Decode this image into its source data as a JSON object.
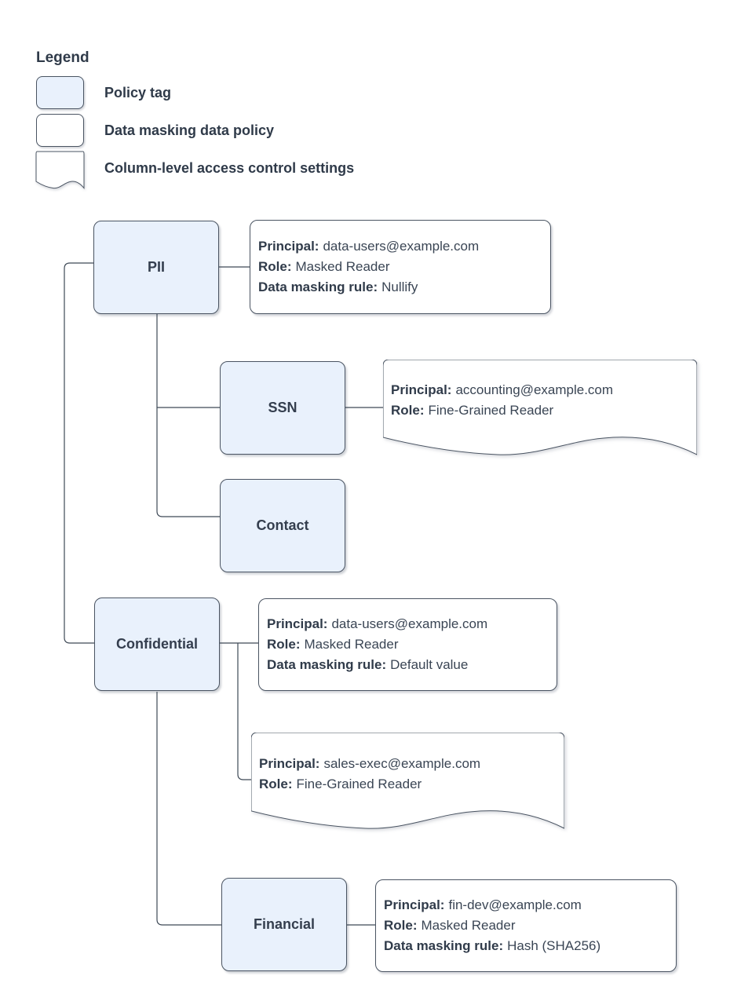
{
  "colors": {
    "background": "#ffffff",
    "policy_tag_fill": "#e9f1fc",
    "shape_stroke": "#4a5462",
    "connector": "#3e4956",
    "text": "#333e4e"
  },
  "legend": {
    "title": "Legend",
    "items": [
      {
        "swatch": "policy-tag",
        "label": "Policy tag"
      },
      {
        "swatch": "data-masking-data-policy",
        "label": "Data masking data policy"
      },
      {
        "swatch": "column-level-access-control",
        "label": "Column-level access control settings"
      }
    ]
  },
  "policy_tags": [
    {
      "id": "pii",
      "label": "PII"
    },
    {
      "id": "ssn",
      "label": "SSN"
    },
    {
      "id": "contact",
      "label": "Contact"
    },
    {
      "id": "confidential",
      "label": "Confidential"
    },
    {
      "id": "financial",
      "label": "Financial"
    }
  ],
  "data_policies": [
    {
      "attached_to": "PII",
      "lines": [
        {
          "label": "Principal:",
          "value": "data-users@example.com"
        },
        {
          "label": "Role:",
          "value": "Masked Reader"
        },
        {
          "label": "Data masking rule:",
          "value": "Nullify"
        }
      ]
    },
    {
      "attached_to": "Confidential",
      "lines": [
        {
          "label": "Principal:",
          "value": "data-users@example.com"
        },
        {
          "label": "Role:",
          "value": "Masked Reader"
        },
        {
          "label": "Data masking rule:",
          "value": "Default value"
        }
      ]
    },
    {
      "attached_to": "Financial",
      "lines": [
        {
          "label": "Principal:",
          "value": "fin-dev@example.com"
        },
        {
          "label": "Role:",
          "value": "Masked Reader"
        },
        {
          "label": "Data masking rule:",
          "value": "Hash (SHA256)"
        }
      ]
    }
  ],
  "access_settings": [
    {
      "attached_to": "SSN",
      "lines": [
        {
          "label": "Principal:",
          "value": "accounting@example.com"
        },
        {
          "label": "Role:",
          "value": "Fine-Grained Reader"
        }
      ]
    },
    {
      "attached_to": "Confidential",
      "lines": [
        {
          "label": "Principal:",
          "value": "sales-exec@example.com"
        },
        {
          "label": "Role:",
          "value": "Fine-Grained Reader"
        }
      ]
    }
  ]
}
